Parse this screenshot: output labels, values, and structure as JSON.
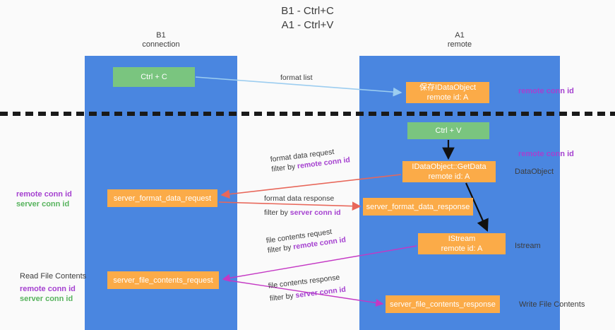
{
  "title": {
    "line1": "B1 - Ctrl+C",
    "line2": "A1 - Ctrl+V"
  },
  "columns": [
    {
      "name": "B1",
      "role": "connection"
    },
    {
      "name": "A1",
      "role": "remote"
    }
  ],
  "nodes": {
    "ctrl_c": {
      "label": "Ctrl + C",
      "color": "#7ac57f"
    },
    "save_idataobject": {
      "line1": "保存IDataObject",
      "line2": "remote id: A",
      "color": "#fbab48"
    },
    "ctrl_v": {
      "label": "Ctrl + V",
      "color": "#7ac57f"
    },
    "getdata": {
      "line1": "IDataObject::GetData",
      "line2": "remote id: A",
      "color": "#fbab48"
    },
    "server_format_data_request": {
      "label": "server_format_data_request",
      "color": "#fbab48"
    },
    "server_format_data_response": {
      "label": "server_format_data_response",
      "color": "#fbab48"
    },
    "istream": {
      "line1": "IStream",
      "line2": "remote id: A",
      "color": "#fbab48"
    },
    "server_file_contents_request": {
      "label": "server_file_contents_request",
      "color": "#fbab48"
    },
    "server_file_contents_response": {
      "label": "server_file_contents_response",
      "color": "#fbab48"
    }
  },
  "edge_labels": {
    "format_list": "format list",
    "format_data_request": "format data request",
    "format_data_request_filter_prefix": "filter by ",
    "format_data_request_filter_key": "remote conn id",
    "format_data_response": "format data response",
    "format_data_response_filter_prefix": "filter by ",
    "format_data_response_filter_key": "server conn id",
    "file_contents_request": "file contents request",
    "file_contents_request_filter_prefix": "filter by ",
    "file_contents_request_filter_key": "remote conn id",
    "file_contents_response": "file contents response",
    "file_contents_response_filter_prefix": "filter by ",
    "file_contents_response_filter_key": "server conn id"
  },
  "annotations": {
    "remote_conn_id_top": "remote conn id",
    "remote_conn_id_mid": "remote conn id",
    "dataobject": "DataObject",
    "istream": "Istream",
    "write_file_contents": "Write File Contents",
    "read_file_contents": "Read File Contents",
    "left_remote_conn_id_mid": "remote conn id",
    "left_server_conn_id_mid": "server conn id",
    "left_remote_conn_id_bottom": "remote conn id",
    "left_server_conn_id_bottom": "server conn id"
  },
  "colors": {
    "panel": "#4a86e0",
    "green_node": "#7ac57f",
    "orange_node": "#fbab48",
    "purple_key": "#a541d0",
    "green_key": "#57b35d",
    "red_arrow": "#e8675a",
    "magenta_arrow": "#c438c4",
    "blue_arrow": "#9ccdf0",
    "black_arrow": "#111111",
    "background": "#fafafa"
  }
}
